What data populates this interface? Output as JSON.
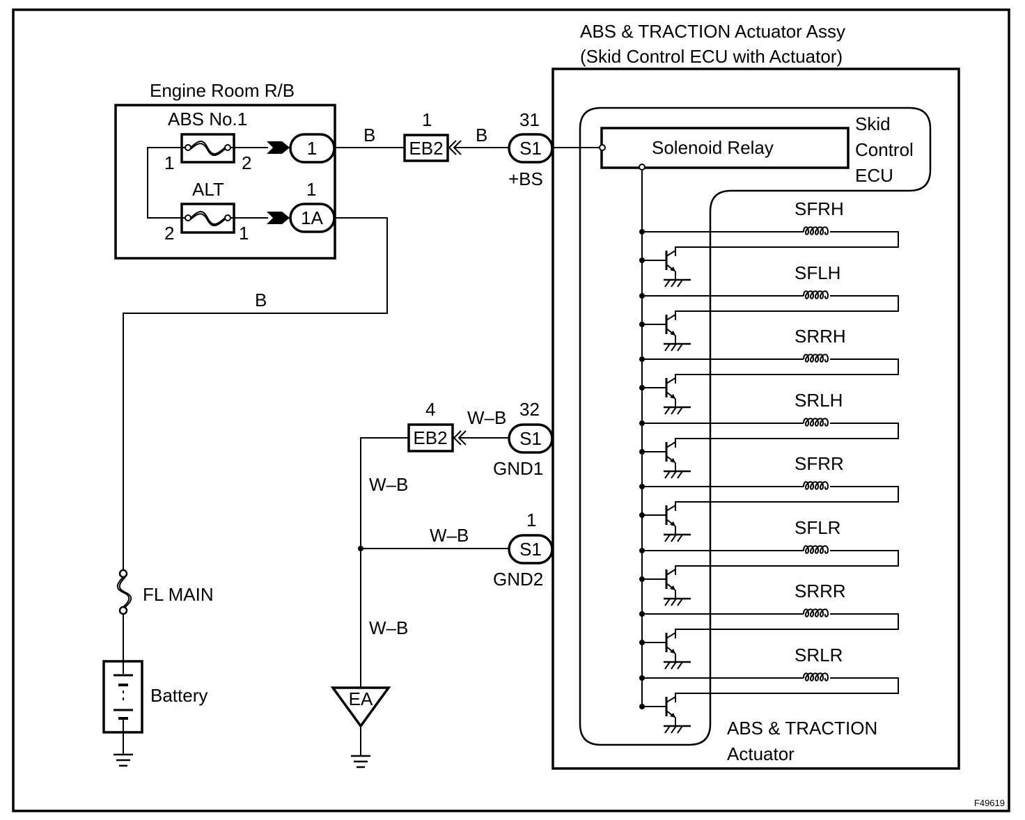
{
  "diagram": {
    "assy_title_line1": "ABS & TRACTION Actuator Assy",
    "assy_title_line2": "(Skid Control ECU with Actuator)",
    "engine_room_rb": "Engine Room R/B",
    "fuse_abs": "ABS No.1",
    "fuse_alt": "ALT",
    "fuse_abs_pin_left": "1",
    "fuse_abs_pin_right": "2",
    "fuse_alt_pin_left": "2",
    "fuse_alt_pin_right": "1",
    "conn_1": "1",
    "conn_1a": "1A",
    "conn_1a_pin": "1",
    "wire_b_1": "B",
    "wire_b_2": "B",
    "wire_b_3": "B",
    "eb2_top_pin": "1",
    "eb2_top": "EB2",
    "s1_top_pin": "31",
    "s1_top": "S1",
    "s1_top_term": "+BS",
    "solenoid_relay": "Solenoid Relay",
    "ecu_line1": "Skid",
    "ecu_line2": "Control",
    "ecu_line3": "ECU",
    "solenoids": [
      "SFRH",
      "SFLH",
      "SRRH",
      "SRLH",
      "SFRR",
      "SFLR",
      "SRRR",
      "SRLR"
    ],
    "eb2_bot_pin": "4",
    "eb2_bot": "EB2",
    "wire_wb_1": "W–B",
    "s1_mid_pin": "32",
    "s1_mid": "S1",
    "s1_mid_term": "GND1",
    "wire_wb_2": "W–B",
    "wire_wb_3": "W–B",
    "wire_wb_4": "W–B",
    "s1_bot_pin": "1",
    "s1_bot": "S1",
    "s1_bot_term": "GND2",
    "ground_ea": "EA",
    "fl_main": "FL MAIN",
    "battery": "Battery",
    "actuator_line1": "ABS & TRACTION",
    "actuator_line2": "Actuator",
    "figure_id": "F49619"
  }
}
